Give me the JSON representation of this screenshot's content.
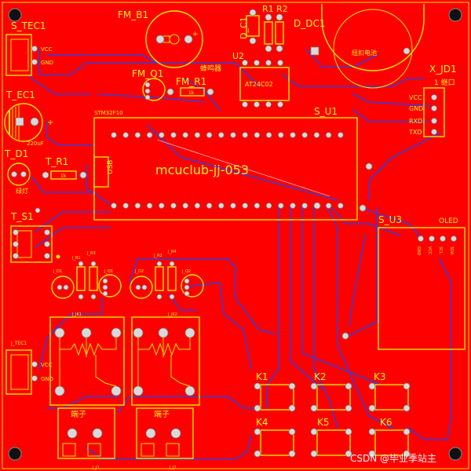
{
  "board": {
    "title": "mcuclub-jj-053",
    "module_label": "STM32F10",
    "usb_label": "USB",
    "bg_color": "#ff0000",
    "silk_color": "#f2e600",
    "trace_color": "#3c3cd6"
  },
  "designators": {
    "s_tec1": "S_TEC1",
    "fm_b1": "FM_B1",
    "d_c1": "D_C1",
    "r1": "R1",
    "r2": "R2",
    "d_dc1": "D_DC1",
    "u2": "U2",
    "fm_q1": "FM_Q1",
    "fm_r1": "FM_R1",
    "x_jd1": "X_JD1",
    "t_ec1": "T_EC1",
    "t_d1": "T_D1",
    "t_r1": "T_R1",
    "s_u1": "S_U1",
    "s_u3": "S_U3",
    "t_s1": "T_S1",
    "j_tec1": "J_TEC1",
    "k1": "K1",
    "k2": "K2",
    "k3": "K3",
    "k4": "K4",
    "k5": "K5",
    "k6": "K6",
    "j_d1": "J_D1",
    "j_r1": "J_R1",
    "j_r3": "J_R3",
    "j_q1": "J_Q1",
    "j_d2": "J_D2",
    "j_r2": "J_R2",
    "j_r4": "J_R4",
    "j_q2": "J_Q2",
    "j_jk1": "J_JK1",
    "j_jk2": "J_JK2",
    "j_j1": "J_J1",
    "j_j2": "J_J2"
  },
  "pin_labels": {
    "vcc": "VCC",
    "gnd": "GND",
    "rxd": "RXD",
    "txd": "TXD",
    "oled": "OLED",
    "oled_pins": [
      "GND",
      "VCC",
      "SCL",
      "SDA"
    ]
  },
  "part_text": {
    "buzzer": "蜂鸣器",
    "eeprom": "AT24C02",
    "coin_cell": "纽扣电池",
    "jd1_side": "1 继口",
    "cap_value": "220uF",
    "led_text": "绿灯",
    "res_1k": "1k",
    "terminal1": "端子",
    "terminal2": "端子"
  },
  "watermark": "CSDN @毕业季站主"
}
